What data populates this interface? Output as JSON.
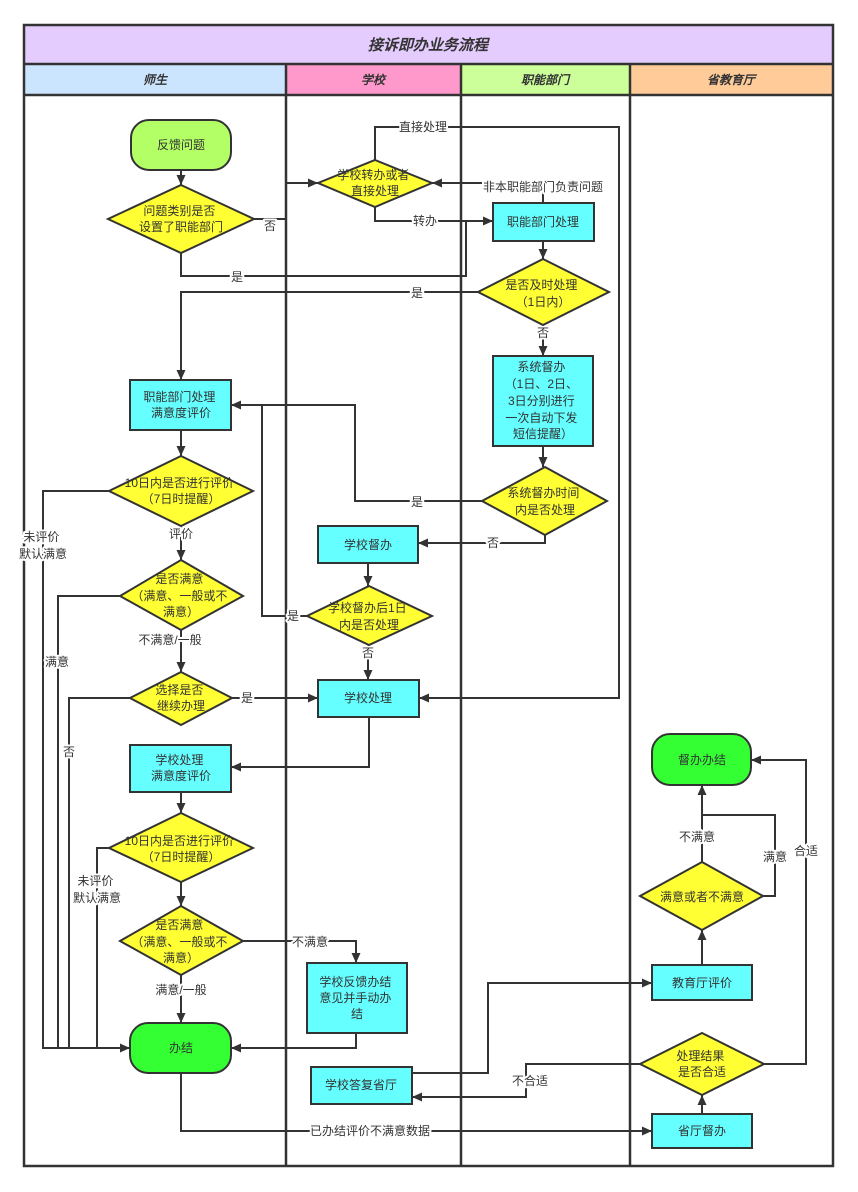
{
  "title": "接诉即办业务流程",
  "lanes": [
    {
      "label": "师生",
      "color": "#cce5ff"
    },
    {
      "label": "学校",
      "color": "#ff99cc"
    },
    {
      "label": "职能部门",
      "color": "#ccff99"
    },
    {
      "label": "省教育厅",
      "color": "#ffcc99"
    }
  ],
  "colors": {
    "title_bg": "#e5ccff",
    "process": "#66ffff",
    "decision": "#ffff33",
    "start": "#b3ff66",
    "end": "#33ff33",
    "line": "#333333"
  },
  "nodes": {
    "feedback": {
      "lines": [
        "反馈问题"
      ]
    },
    "category_check": {
      "lines": [
        "问题类别是否",
        "设置了职能部门"
      ]
    },
    "dept_satisfaction_eval": {
      "lines": [
        "职能部门处理",
        "满意度评价"
      ]
    },
    "eval_within_10d_1": {
      "lines": [
        "10日内是否进行评价",
        "（7日时提醒）"
      ]
    },
    "satisfied_1": {
      "lines": [
        "是否满意",
        "（满意、一般或不",
        "满意）"
      ]
    },
    "continue_choice": {
      "lines": [
        "选择是否",
        "继续办理"
      ]
    },
    "school_satisfaction_eval": {
      "lines": [
        "学校处理",
        "满意度评价"
      ]
    },
    "eval_within_10d_2": {
      "lines": [
        "10日内是否进行评价",
        "（7日时提醒）"
      ]
    },
    "satisfied_2": {
      "lines": [
        "是否满意",
        "（满意、一般或不",
        "满意）"
      ]
    },
    "done": {
      "lines": [
        "办结"
      ]
    },
    "school_route": {
      "lines": [
        "学校转办或者",
        "直接处理"
      ]
    },
    "school_supervise": {
      "lines": [
        "学校督办"
      ]
    },
    "school_1day_check": {
      "lines": [
        "学校督办后1日",
        "内是否处理"
      ]
    },
    "school_handle": {
      "lines": [
        "学校处理"
      ]
    },
    "school_feedback_close": {
      "lines": [
        "学校反馈办结",
        "意见并手动办",
        "结"
      ]
    },
    "school_reply_province": {
      "lines": [
        "学校答复省厅"
      ]
    },
    "dept_handle": {
      "lines": [
        "职能部门处理"
      ]
    },
    "timely_check": {
      "lines": [
        "是否及时处理",
        "（1日内）"
      ]
    },
    "system_supervise": {
      "lines": [
        "系统督办",
        "（1日、2日、",
        "3日分别进行",
        "一次自动下发",
        "短信提醒）"
      ]
    },
    "system_time_check": {
      "lines": [
        "系统督办时间",
        "内是否处理"
      ]
    },
    "supervision_done": {
      "lines": [
        "督办办结"
      ]
    },
    "satisfied_or_not": {
      "lines": [
        "满意或者不满意"
      ]
    },
    "edu_dept_eval": {
      "lines": [
        "教育厅评价"
      ]
    },
    "result_appropriate": {
      "lines": [
        "处理结果",
        "是否合适"
      ]
    },
    "province_supervise": {
      "lines": [
        "省厅督办"
      ]
    }
  },
  "edge_labels": {
    "category_no": "否",
    "category_yes": "是",
    "route_transfer": "转办",
    "route_direct": "直接处理",
    "not_dept_issue": "非本职能部门负责问题",
    "timely_yes": "是",
    "timely_no": "否",
    "system_time_yes": "是",
    "system_time_no": "否",
    "no_eval_1": [
      "未评价",
      "默认满意"
    ],
    "evaluated": "评价",
    "satisfied": "满意",
    "unsatisfied_or_average": "不满意/一般",
    "continue_no": "否",
    "continue_yes": "是",
    "school_1day_yes": "是",
    "school_1day_no": "否",
    "no_eval_2": [
      "未评价",
      "默认满意"
    ],
    "unsatisfied": "不满意",
    "satisfied_or_average": "满意/一般",
    "closed_unsatisfied_data": "已办结评价不满意数据",
    "inappropriate": "不合适",
    "appropriate": "合适",
    "prov_unsatisfied": "不满意",
    "prov_satisfied": "满意"
  }
}
